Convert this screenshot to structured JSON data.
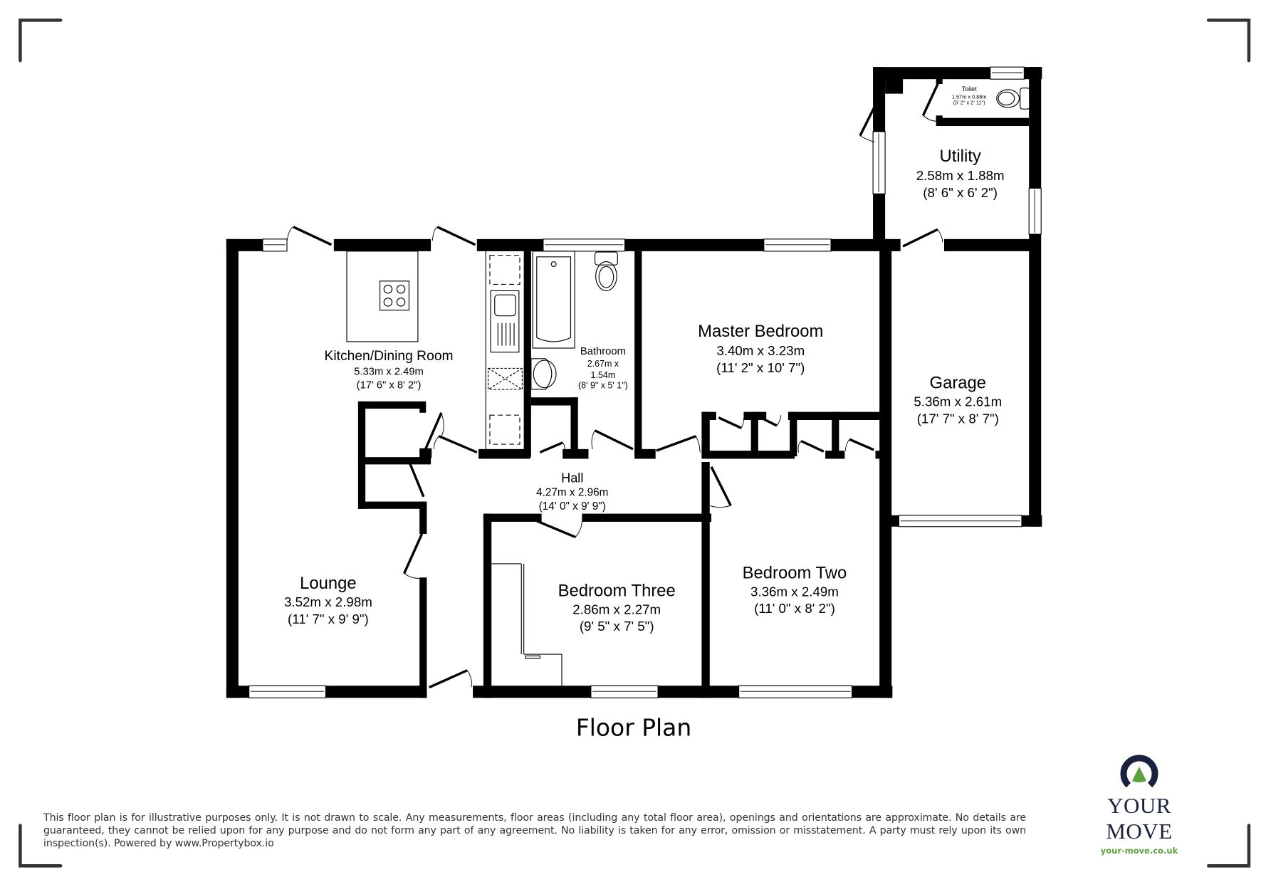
{
  "title": "Floor Plan",
  "rooms": {
    "kitchen": {
      "name": "Kitchen/Dining Room",
      "metric": "5.33m x 2.49m",
      "imperial": "(17' 6\" x 8' 2\")"
    },
    "bathroom": {
      "name": "Bathroom",
      "metric_a": "2.67m x",
      "metric_b": "1.54m",
      "imperial": "(8' 9\" x 5' 1\")"
    },
    "master": {
      "name": "Master Bedroom",
      "metric": "3.40m x 3.23m",
      "imperial": "(11' 2\" x 10' 7\")"
    },
    "utility": {
      "name": "Utility",
      "metric": "2.58m x 1.88m",
      "imperial": "(8' 6\" x 6' 2\")"
    },
    "toilet": {
      "name": "Toilet",
      "metric": "1.57m x 0.88m",
      "imperial": "(5' 2\" x 2' 11\")"
    },
    "garage": {
      "name": "Garage",
      "metric": "5.36m x 2.61m",
      "imperial": "(17' 7\" x 8' 7\")"
    },
    "hall": {
      "name": "Hall",
      "metric": "4.27m x 2.96m",
      "imperial": "(14' 0\" x 9' 9\")"
    },
    "lounge": {
      "name": "Lounge",
      "metric": "3.52m x 2.98m",
      "imperial": "(11' 7\" x 9' 9\")"
    },
    "bedroom_three": {
      "name": "Bedroom Three",
      "metric": "2.86m x 2.27m",
      "imperial": "(9' 5\" x 7' 5\")"
    },
    "bedroom_two": {
      "name": "Bedroom Two",
      "metric": "3.36m x 2.49m",
      "imperial": "(11' 0\" x 8' 2\")"
    }
  },
  "disclaimer": "This floor plan is for illustrative purposes only. It is not drawn to scale. Any measurements, floor areas (including any total floor area), openings and orientations are approximate. No details are guaranteed, they cannot be relied upon for any purpose and do not form any part of any agreement. No liability is taken for any error, omission or misstatement. A party must rely upon its own inspection(s). Powered by www.Propertybox.io",
  "logo": {
    "name": "YOUR MOVE",
    "url": "your-move.co.uk",
    "colors": {
      "navy": "#1b2240",
      "green": "#5aa33c"
    }
  },
  "icons": [
    "corner-bracket-icon",
    "hob-icon",
    "sink-icon",
    "bath-icon",
    "toilet-icon",
    "basin-icon",
    "window-icon",
    "door-swing-icon",
    "your-move-logo-icon"
  ]
}
